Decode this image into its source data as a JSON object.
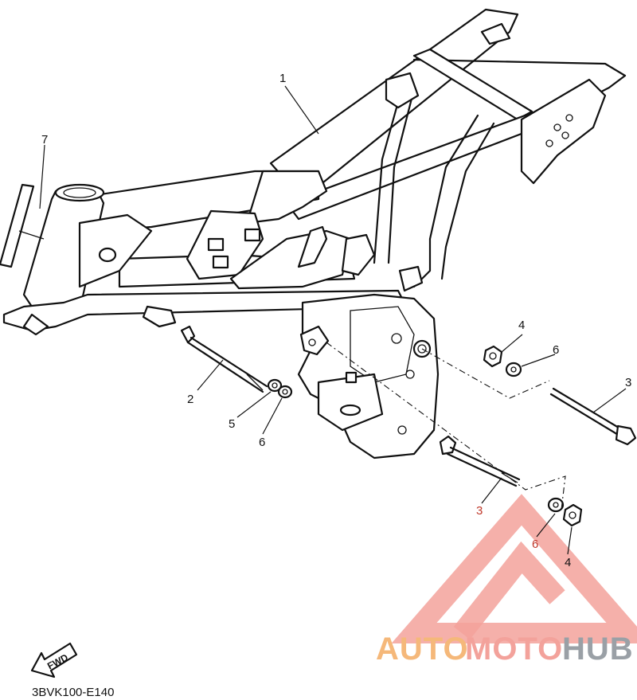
{
  "callouts": {
    "c1": "1",
    "c2": "2",
    "c3a": "3",
    "c3b": "3",
    "c4a": "4",
    "c4b": "4",
    "c5": "5",
    "c6a": "6",
    "c6b": "6",
    "c6c": "6",
    "c7": "7"
  },
  "fwd_label": "FWD",
  "reference_code": "3BVK100-E140",
  "watermark": {
    "part1": "AUTO",
    "part2": "MOTO",
    "part3": "HUB",
    "colors": {
      "part1": "#f5b87a",
      "part2": "#f3a29b",
      "part3": "#9aa0a6"
    }
  }
}
